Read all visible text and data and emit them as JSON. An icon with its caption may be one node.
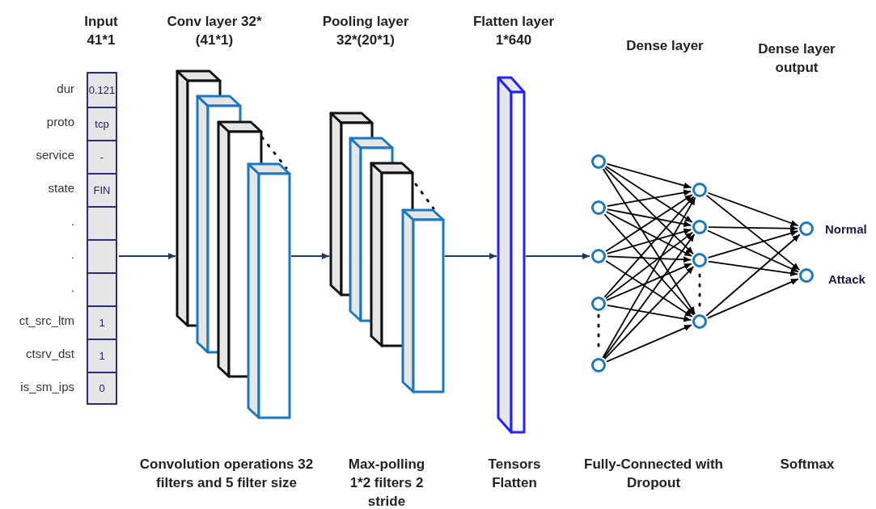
{
  "diagram": {
    "nodes": [
      {
        "text": [],
        "shape": "box"
      },
      {
        "text": [
          "0.121"
        ],
        "in": 0
      },
      {
        "text": [
          "tcp"
        ],
        "in": 0
      },
      {
        "text": [
          "-"
        ],
        "in": 0
      },
      {
        "text": [
          "FIN"
        ],
        "in": 0
      },
      {
        "text": [],
        "shape": "box",
        "in": 0
      },
      {
        "text": [],
        "shape": "box",
        "in": 0
      },
      {
        "text": [],
        "shape": "box",
        "in": 0
      },
      {
        "text": [
          "1"
        ],
        "in": 0
      },
      {
        "text": [
          "1"
        ],
        "in": 0
      },
      {
        "text": [
          "0"
        ],
        "in": 0
      },
      {
        "text": [],
        "shape": "box"
      },
      {
        "text": [],
        "shape": "box"
      },
      {
        "text": [],
        "shape": "box"
      },
      {
        "text": [],
        "shape": "box"
      },
      {
        "text": [],
        "shape": "box"
      },
      {
        "text": [],
        "shape": "box"
      },
      {
        "text": [],
        "shape": "box"
      },
      {
        "text": [],
        "shape": "box"
      },
      {
        "text": [],
        "shape": "bar"
      },
      {
        "text": [],
        "shape": "circle"
      },
      {
        "text": [],
        "shape": "circle"
      },
      {
        "text": [],
        "shape": "circle"
      },
      {
        "text": [],
        "shape": "circle"
      },
      {
        "text": [],
        "shape": "circle"
      },
      {
        "text": [],
        "shape": "circle"
      },
      {
        "text": [],
        "shape": "circle"
      },
      {
        "text": [],
        "shape": "circle"
      },
      {
        "text": [],
        "shape": "circle"
      },
      {
        "text": [],
        "shape": "circle"
      },
      {
        "text": [],
        "shape": "circle"
      }
    ],
    "edges": [
      {
        "from": 0,
        "to": 11,
        "arrow": "to",
        "color": "#1a3a6a"
      },
      {
        "from": 14,
        "to": 15,
        "arrow": "to",
        "color": "#1a3a6a"
      },
      {
        "from": 18,
        "to": 19,
        "arrow": "to",
        "color": "#1a3a6a"
      },
      {
        "from": 19,
        "to": 22,
        "arrow": "to",
        "color": "#1a3a6a"
      },
      {
        "from": 20,
        "to": 25,
        "arrow": "to"
      },
      {
        "from": 20,
        "to": 26,
        "arrow": "to"
      },
      {
        "from": 20,
        "to": 27,
        "arrow": "to"
      },
      {
        "from": 20,
        "to": 28,
        "arrow": "to"
      },
      {
        "from": 21,
        "to": 25,
        "arrow": "to"
      },
      {
        "from": 21,
        "to": 26,
        "arrow": "to"
      },
      {
        "from": 21,
        "to": 27,
        "arrow": "to"
      },
      {
        "from": 21,
        "to": 28,
        "arrow": "to"
      },
      {
        "from": 22,
        "to": 25,
        "arrow": "to"
      },
      {
        "from": 22,
        "to": 26,
        "arrow": "to"
      },
      {
        "from": 22,
        "to": 27,
        "arrow": "to"
      },
      {
        "from": 22,
        "to": 28,
        "arrow": "to"
      },
      {
        "from": 23,
        "to": 25,
        "arrow": "to"
      },
      {
        "from": 23,
        "to": 26,
        "arrow": "to"
      },
      {
        "from": 23,
        "to": 27,
        "arrow": "to"
      },
      {
        "from": 23,
        "to": 28,
        "arrow": "to"
      },
      {
        "from": 24,
        "to": 25,
        "arrow": "to"
      },
      {
        "from": 24,
        "to": 26,
        "arrow": "to"
      },
      {
        "from": 24,
        "to": 27,
        "arrow": "to"
      },
      {
        "from": 24,
        "to": 28,
        "arrow": "to"
      },
      {
        "from": 25,
        "to": 29,
        "arrow": "to"
      },
      {
        "from": 25,
        "to": 30,
        "arrow": "to"
      },
      {
        "from": 26,
        "to": 29,
        "arrow": "to"
      },
      {
        "from": 26,
        "to": 30,
        "arrow": "to"
      },
      {
        "from": 27,
        "to": 29,
        "arrow": "to"
      },
      {
        "from": 27,
        "to": 30,
        "arrow": "to"
      },
      {
        "from": 28,
        "to": 29,
        "arrow": "to"
      },
      {
        "from": 28,
        "to": 30,
        "arrow": "to"
      }
    ],
    "labels": [
      "Input 41*1",
      "Conv layer 32*(41*1)",
      "Pooling layer 32*(20*1)",
      "Flatten layer 1*640",
      "Dense layer",
      "Dense layer output",
      "dur",
      "proto",
      "service",
      "state",
      ".",
      ".",
      ".",
      "ct_src_ltm",
      "ctsrv_dst",
      "is_sm_ips",
      "Normal",
      "Attack",
      "Convolution operations 32 filters and 5 filter size",
      "Max-polling 1*2 filters 2 stride",
      "Tensors Flatten",
      "Fully-Connected with Dropout",
      "Softmax"
    ]
  }
}
